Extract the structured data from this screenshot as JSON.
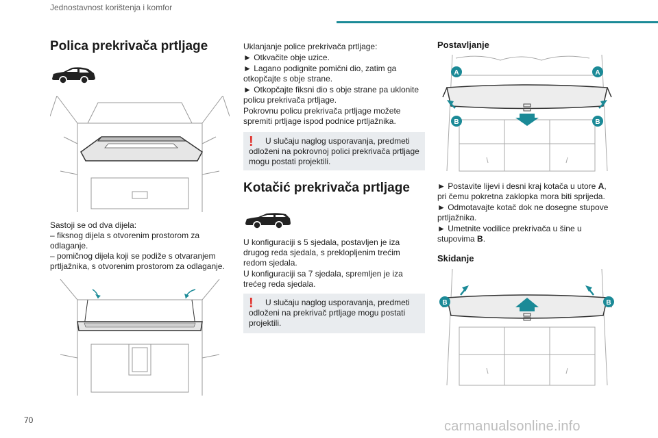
{
  "header": {
    "section": "Jednostavnost korištenja i komfor",
    "accent": "#1b8a97"
  },
  "page_number": "70",
  "watermark": "carmanualsonline.info",
  "col1": {
    "title": "Polica prekrivača prtljage",
    "para1": "Sastoji se od dva dijela:",
    "para2": "–  fiksnog dijela s otvorenim prostorom za odlaganje.",
    "para3": "–  pomičnog dijela koji se podiže s otvaranjem prtljažnika, s otvorenim prostorom za odlaganje."
  },
  "col2": {
    "intro": "Uklanjanje police prekrivača prtljage:",
    "step1": "►  Otkvačite obje uzice.",
    "step2": "►  Lagano podignite pomični dio, zatim ga otkopčajte s obje strane.",
    "step3": "►  Otkopčajte fiksni dio s obje strane pa uklonite policu prekrivača prtljage.",
    "note": "Pokrovnu policu prekrivača prtljage možete spremiti prtljage ispod podnice prtljažnika.",
    "warning1": "U slučaju naglog usporavanja, predmeti odloženi na pokrovnoj polici prekrivača prtljage mogu postati projektili.",
    "title2": "Kotačić prekrivača prtljage",
    "para1": "U konfiguraciji s 5 sjedala, postavljen je iza drugog reda sjedala, s preklopljenim trećim redom sjedala.",
    "para2": "U konfiguraciji sa 7 sjedala, spremljen je iza trećeg reda sjedala.",
    "warning2": "U slučaju naglog usporavanja, predmeti odloženi na prekrivač prtljage mogu postati projektili.",
    "warn_mark": "!"
  },
  "col3": {
    "title1": "Postavljanje",
    "step1_pre": "►  Postavite lijevi i desni kraj kotača u utore ",
    "step1_bold": "A",
    "step1_post": ", pri čemu pokretna zaklopka mora biti sprijeda.",
    "step2": "►  Odmotavajte kotač dok ne dosegne stupove prtljažnika.",
    "step3_pre": "►  Umetnite vodilice prekrivača u šine u stupovima ",
    "step3_bold": "B",
    "step3_post": ".",
    "title2": "Skidanje",
    "label_a": "A",
    "label_b": "B"
  }
}
